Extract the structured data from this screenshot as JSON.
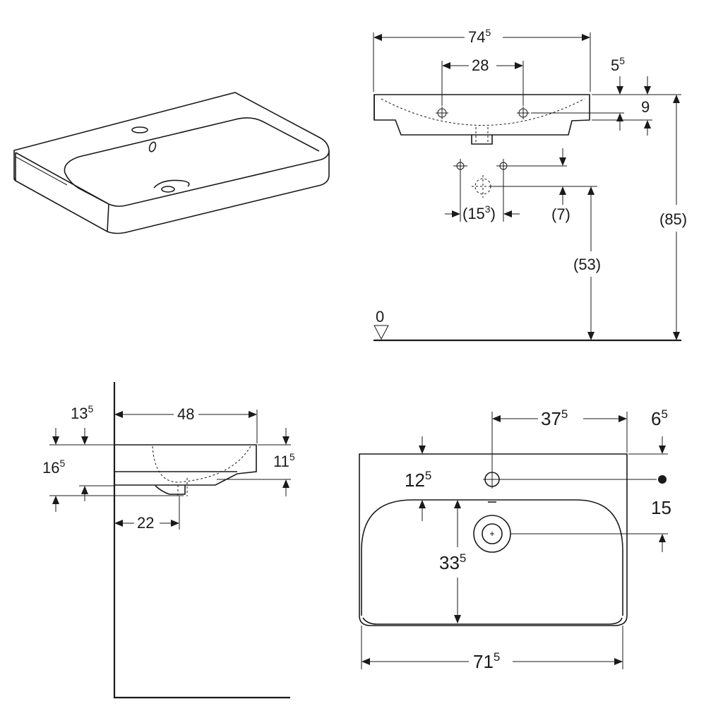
{
  "iso_view": {},
  "front_view": {
    "width": {
      "main": "74",
      "sup": "5"
    },
    "tap_spacing": "28",
    "rim_depth": {
      "main": "5",
      "sup": "5"
    },
    "tap_height": "9",
    "wall_connection_spacing": {
      "main": "(15",
      "sup": "3",
      "tail": ")"
    },
    "connection_offset": "(7)",
    "waste_height": "(53)",
    "rim_height": "(85)",
    "floor_level": "0"
  },
  "side_view": {
    "depth": "48",
    "wall_offset": {
      "main": "13",
      "sup": "5"
    },
    "total_height": {
      "main": "16",
      "sup": "5"
    },
    "rim_height": {
      "main": "11",
      "sup": "5"
    },
    "waste_offset": "22"
  },
  "top_view": {
    "tap_hole_offset": {
      "main": "37",
      "sup": "5"
    },
    "edge_offset": {
      "main": "6",
      "sup": "5"
    },
    "back_to_tap": {
      "main": "12",
      "sup": "5"
    },
    "tap_to_overflow": "15",
    "tap_to_bowl_front": {
      "main": "33",
      "sup": "5"
    },
    "bowl_width": {
      "main": "71",
      "sup": "5"
    }
  }
}
